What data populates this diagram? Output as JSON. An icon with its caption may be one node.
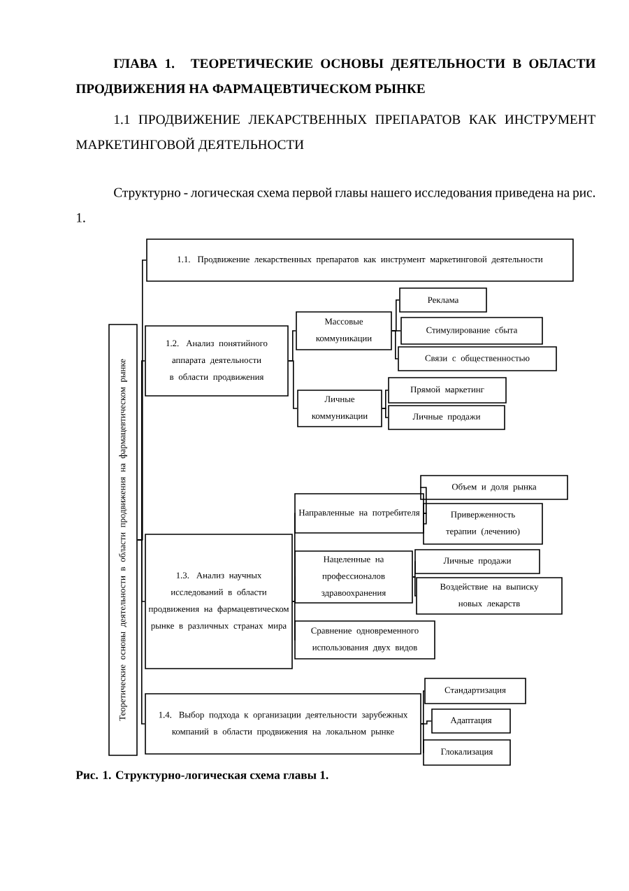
{
  "diagram": {
    "title": "ГЛАВА 1. ТЕОРЕТИЧЕСКИЕ ОСНОВЫ ДЕЯТЕЛЬНОСТИ В ОБЛАСТИ ПРОДВИЖЕНИЯ НА ФАРМАЦЕВТИЧЕСКОМ РЫНКЕ",
    "caption": "Рис. 1. Структурно-логическая схема главы 1.",
    "labels": [
      "1.1 ПРОДВИЖЕНИЕ ЛЕКАРСТВЕННЫХ ПРЕПАРАТОВ КАК ИНСТРУМЕНТ МАРКЕТИНГОВОЙ ДЕЯТЕЛЬНОСТИ",
      "Структурно - логическая схема первой главы нашего исследования приведена на рис. 1."
    ],
    "nodes": [
      {
        "text": [
          "Теоретические основы деятельности в области продвижения на фармацевтическом рынке"
        ]
      },
      {
        "text": [
          "1.1. Продвижение лекарственных препаратов как инструмент маркетинговой деятельности"
        ]
      },
      {
        "text": [
          "1.2. Анализ понятийного аппарата деятельности в области продвижения"
        ]
      },
      {
        "text": [
          "Массовые коммуникации"
        ]
      },
      {
        "text": [
          "Реклама"
        ]
      },
      {
        "text": [
          "Стимулирование сбыта"
        ]
      },
      {
        "text": [
          "Связи с общественностью"
        ]
      },
      {
        "text": [
          "Личные коммуникации"
        ]
      },
      {
        "text": [
          "Прямой маркетинг"
        ]
      },
      {
        "text": [
          "Личные продажи"
        ]
      },
      {
        "text": [
          "1.3. Анализ научных исследований в области продвижения на фармацевтическом рынке в различных странах мира"
        ]
      },
      {
        "text": [
          "Направленные на потребителя"
        ]
      },
      {
        "text": [
          "Объем и доля рынка"
        ]
      },
      {
        "text": [
          "Приверженность терапии (лечению)"
        ]
      },
      {
        "text": [
          "Нацеленные на профессионалов здравоохранения"
        ]
      },
      {
        "text": [
          "Личные продажи"
        ]
      },
      {
        "text": [
          "Воздействие на выписку новых лекарств"
        ]
      },
      {
        "text": [
          "Сравнение одновременного использования двух видов"
        ]
      },
      {
        "text": [
          "1.4. Выбор подхода к организации деятельности зарубежных компаний в области продвижения на локальном рынке"
        ]
      },
      {
        "text": [
          "Стандартизация"
        ]
      },
      {
        "text": [
          "Адаптация"
        ]
      },
      {
        "text": [
          "Глокализация"
        ]
      }
    ],
    "edges": [
      {
        "from": 0,
        "to": 1,
        "arrow": "none"
      },
      {
        "from": 0,
        "to": 2,
        "arrow": "none"
      },
      {
        "from": 2,
        "to": 3,
        "arrow": "none"
      },
      {
        "from": 3,
        "to": 4,
        "arrow": "none"
      },
      {
        "from": 3,
        "to": 5,
        "arrow": "none"
      },
      {
        "from": 3,
        "to": 6,
        "arrow": "none"
      },
      {
        "from": 2,
        "to": 7,
        "arrow": "none"
      },
      {
        "from": 7,
        "to": 8,
        "arrow": "none"
      },
      {
        "from": 7,
        "to": 9,
        "arrow": "none"
      },
      {
        "from": 0,
        "to": 10,
        "arrow": "none"
      },
      {
        "from": 10,
        "to": 11,
        "arrow": "none"
      },
      {
        "from": 11,
        "to": 12,
        "arrow": "none"
      },
      {
        "from": 11,
        "to": 13,
        "arrow": "none"
      },
      {
        "from": 10,
        "to": 14,
        "arrow": "none"
      },
      {
        "from": 14,
        "to": 15,
        "arrow": "none"
      },
      {
        "from": 14,
        "to": 16,
        "arrow": "none"
      },
      {
        "from": 10,
        "to": 17,
        "arrow": "none"
      },
      {
        "from": 0,
        "to": 18,
        "arrow": "none"
      },
      {
        "from": 18,
        "to": 19,
        "arrow": "none"
      },
      {
        "from": 18,
        "to": 20,
        "arrow": "none"
      },
      {
        "from": 18,
        "to": 21,
        "arrow": "none"
      }
    ]
  }
}
